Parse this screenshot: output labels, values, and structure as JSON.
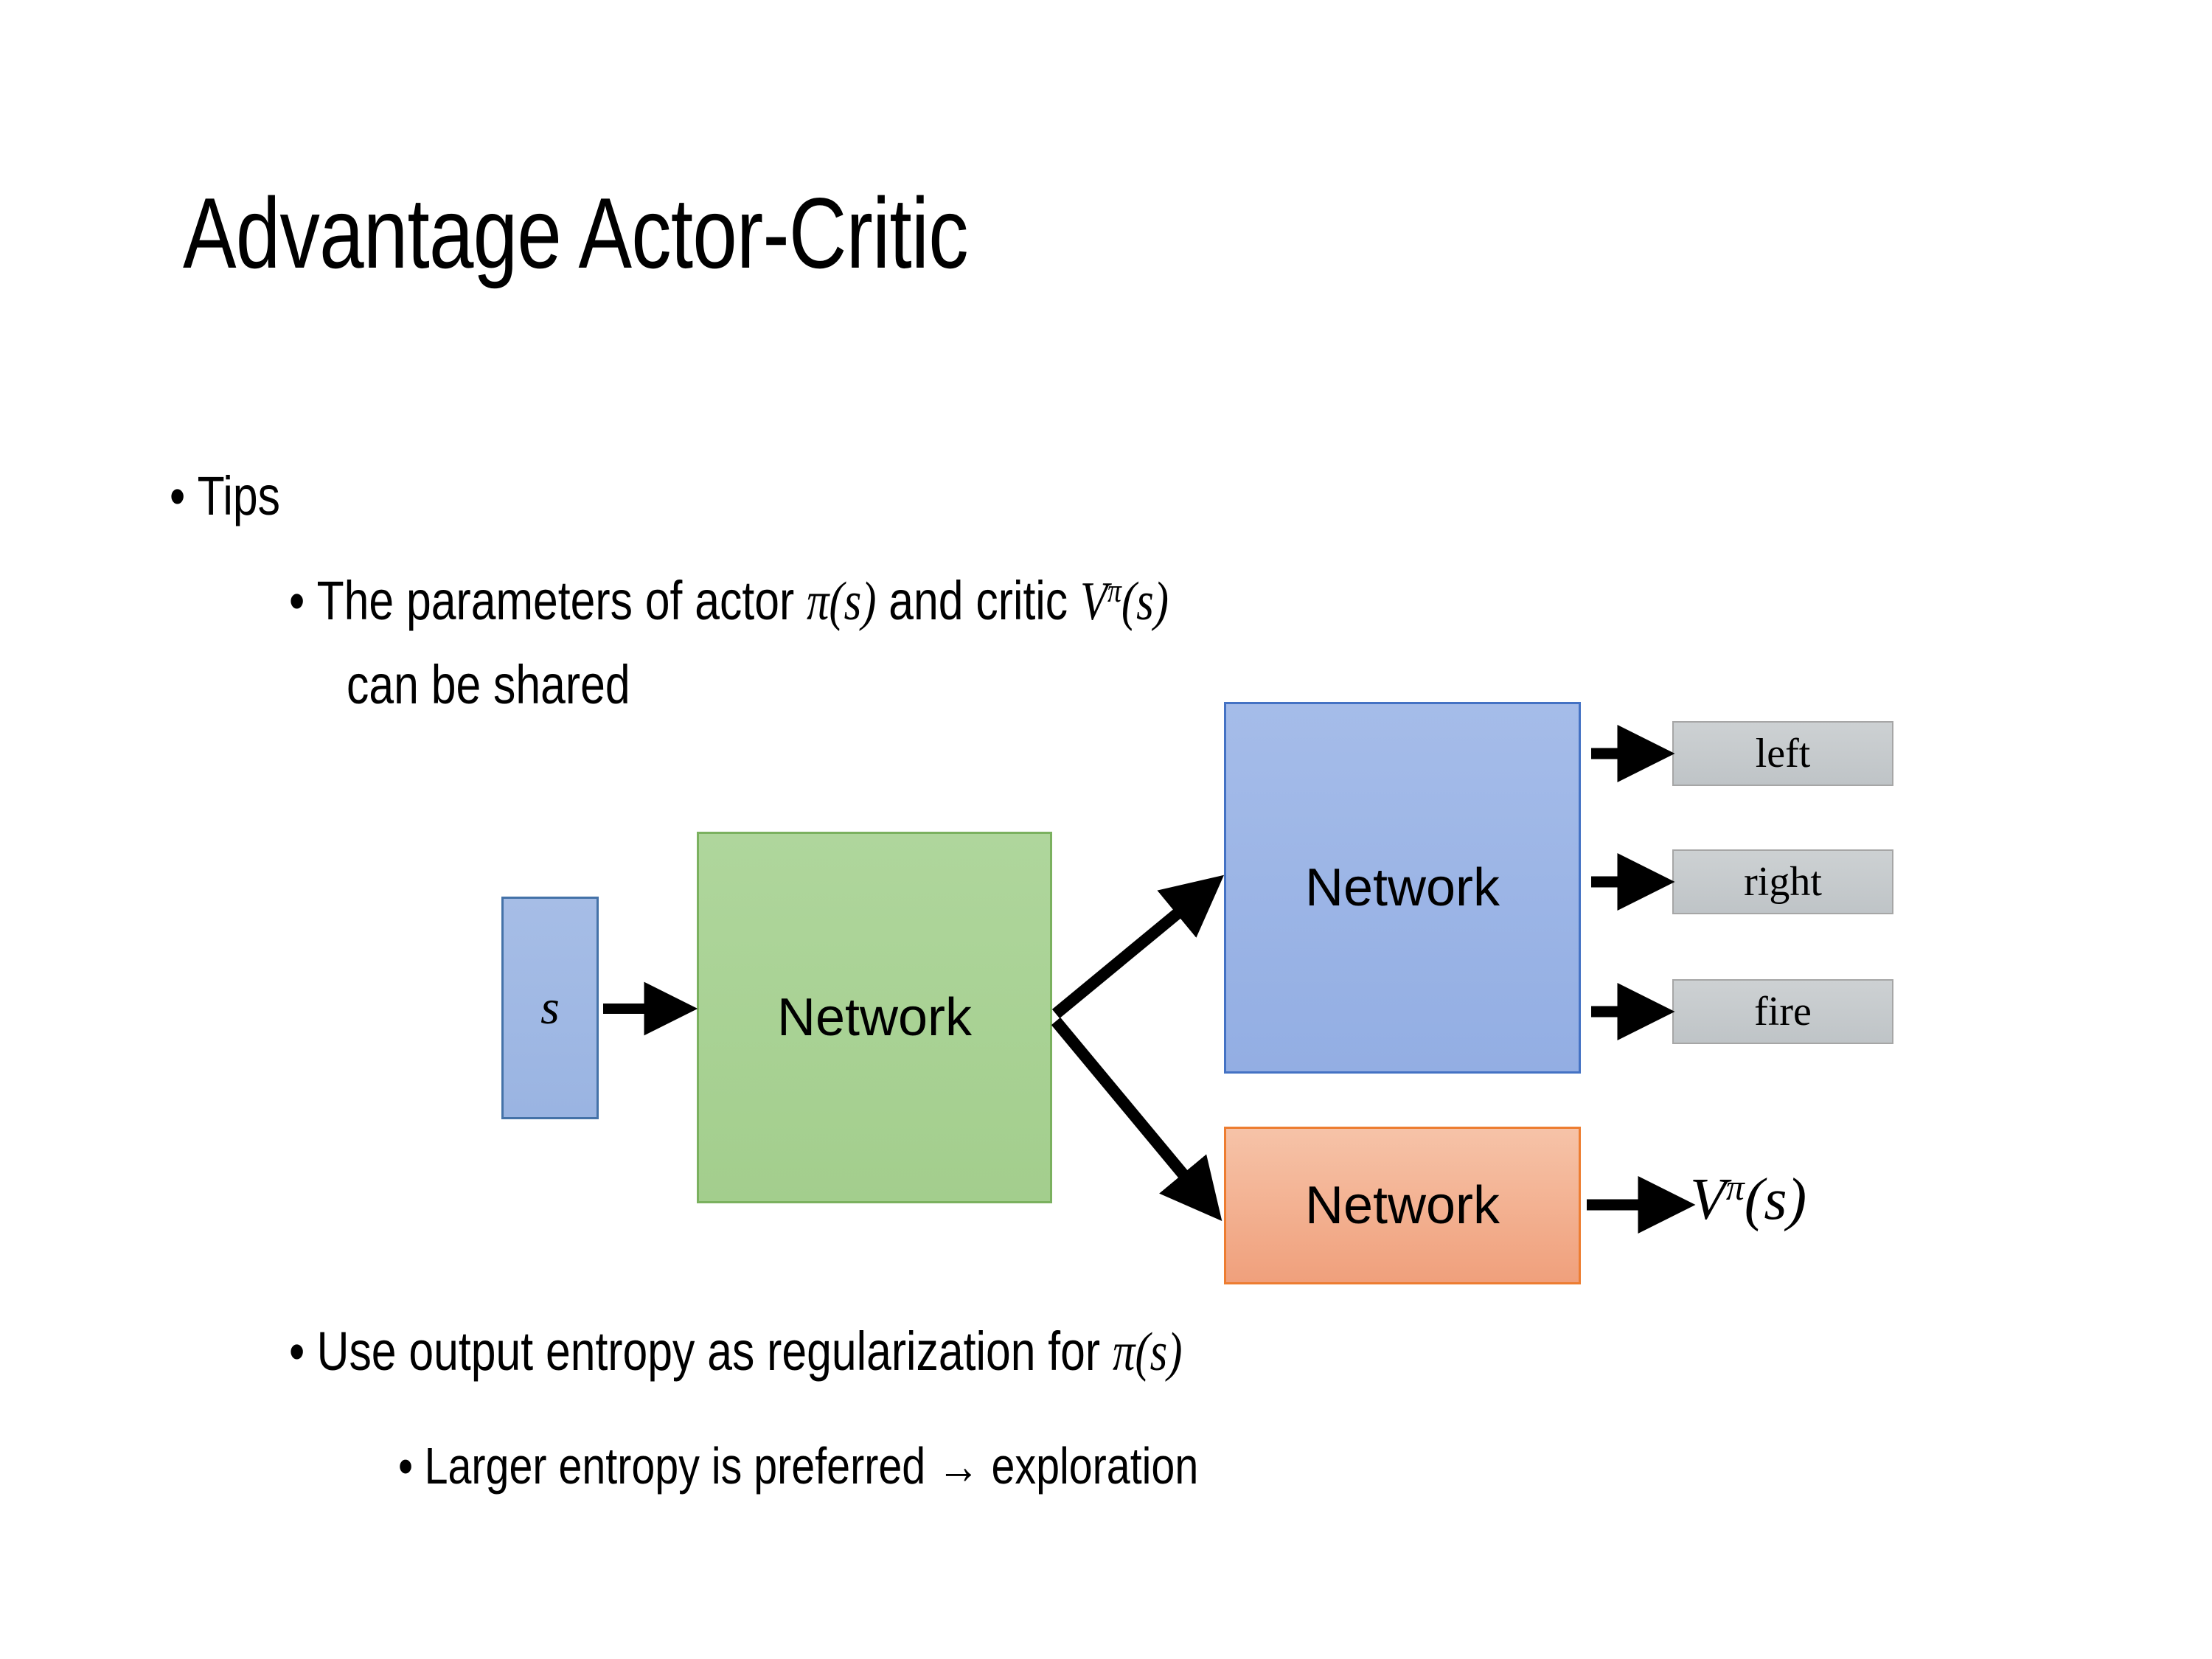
{
  "slide": {
    "title": "Advantage Actor-Critic",
    "background_color": "#FFFFFF",
    "text_color": "#000000"
  },
  "bullets": {
    "level1_tips": "Tips",
    "level2_params_line1_pre": "The parameters of actor ",
    "level2_params_math_actor": "π(s)",
    "level2_params_line1_mid": "  and critic ",
    "level2_params_math_critic_base": "V",
    "level2_params_math_critic_sup": "π",
    "level2_params_math_critic_arg": "(s)",
    "level2_params_line2": "can be shared",
    "level2_entropy_pre": "Use output entropy as regularization for ",
    "level2_entropy_math": "π(s)",
    "level3_larger": "Larger entropy is preferred → exploration",
    "bullet_glyph": "•"
  },
  "diagram": {
    "input_box": {
      "label": "s",
      "fill": "#9AB4E2",
      "border": "#4472A8"
    },
    "shared_network": {
      "label": "Network",
      "fill": "#A3CE8D",
      "border": "#7BB15F"
    },
    "actor_network": {
      "label": "Network",
      "fill": "#93AEE3",
      "border": "#4472C4"
    },
    "critic_network": {
      "label": "Network",
      "fill": "#F0A07C",
      "border": "#ED7D31"
    },
    "action_outputs": [
      {
        "label": "left",
        "fill": "#C6CBCD",
        "border": "#A6A6A6"
      },
      {
        "label": "right",
        "fill": "#C6CBCD",
        "border": "#A6A6A6"
      },
      {
        "label": "fire",
        "fill": "#C6CBCD",
        "border": "#A6A6A6"
      }
    ],
    "value_output": {
      "base": "V",
      "superscript": "π",
      "argument": "(s)"
    },
    "arrow_color": "#000000"
  }
}
